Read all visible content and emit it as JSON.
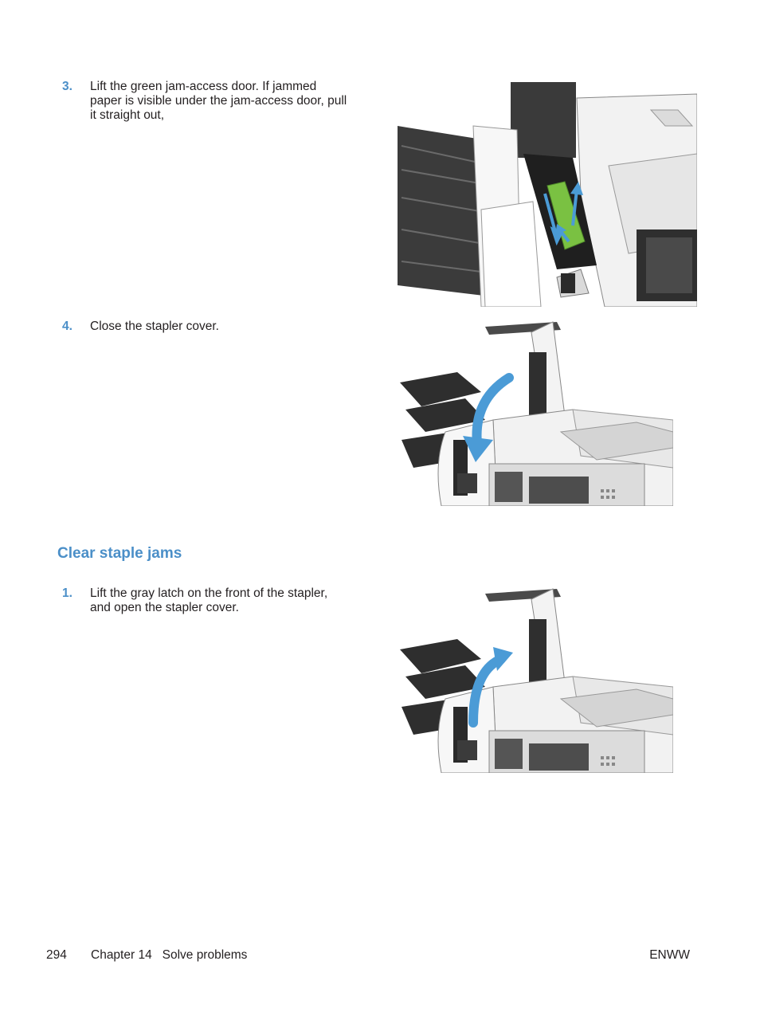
{
  "steps": [
    {
      "number": "3.",
      "text": "Lift the green jam-access door. If jammed\npaper is visible under the jam-access door, pull\nit straight out,"
    },
    {
      "number": "4.",
      "text": "Close the stapler cover."
    },
    {
      "number": "1.",
      "text": "Lift the gray latch on the front of the stapler,\nand open the stapler cover."
    }
  ],
  "section": {
    "title": "Clear staple jams"
  },
  "footer": {
    "page_number": "294",
    "chapter": "Chapter 14   Solve problems",
    "right": "ENWW"
  },
  "colors": {
    "accent": "#4b8fc8",
    "green_door": "#7ac142",
    "arrow": "#4b9bd6"
  }
}
